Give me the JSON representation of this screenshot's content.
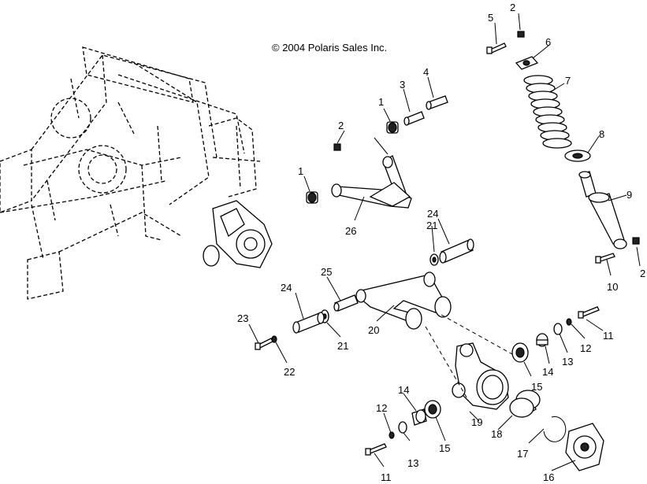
{
  "copyright": "© 2004 Polaris Sales Inc.",
  "callouts": [
    "1",
    "1",
    "2",
    "2",
    "2",
    "3",
    "4",
    "5",
    "6",
    "7",
    "8",
    "9",
    "10",
    "11",
    "11",
    "12",
    "12",
    "13",
    "13",
    "14",
    "14",
    "15",
    "15",
    "16",
    "17",
    "18",
    "19",
    "20",
    "21",
    "21",
    "22",
    "23",
    "24",
    "24",
    "25",
    "26"
  ]
}
